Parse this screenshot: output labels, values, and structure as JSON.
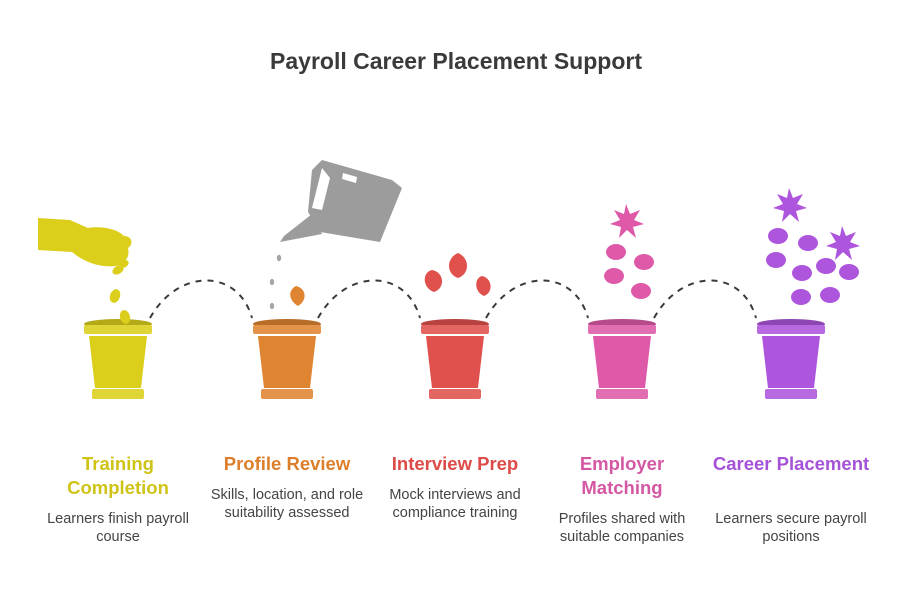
{
  "title": "Payroll Career Placement Support",
  "colors": {
    "title_text": "#3a3a3a",
    "desc_text": "#444444",
    "connector": "#3a3a3a",
    "watering_can": "#9c9c9c",
    "water_drop": "#a5a5a5"
  },
  "stages": [
    {
      "title": "Training Completion",
      "desc": "Learners finish payroll course",
      "color": "#dccf1c",
      "title_color": "#cfc317"
    },
    {
      "title": "Profile Review",
      "desc": "Skills, location, and role suitability assessed",
      "color": "#df8431",
      "title_color": "#dd7f2a"
    },
    {
      "title": "Interview Prep",
      "desc": "Mock interviews and compliance training",
      "color": "#e0514d",
      "title_color": "#dd4b48"
    },
    {
      "title": "Employer Matching",
      "desc": "Profiles shared with suitable companies",
      "color": "#de5aa8",
      "title_color": "#d557a4"
    },
    {
      "title": "Career Placement",
      "desc": "Learners secure payroll positions",
      "color": "#ad55dc",
      "title_color": "#a652d8"
    }
  ]
}
